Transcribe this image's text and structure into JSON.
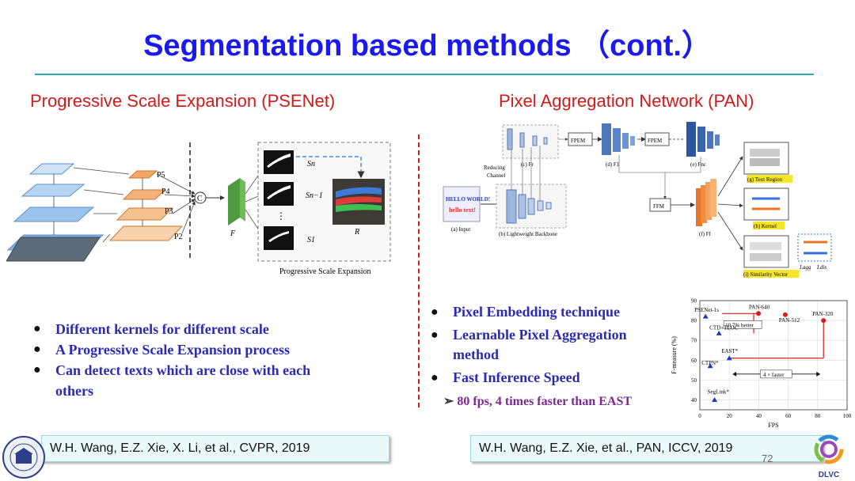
{
  "slide": {
    "title": "Segmentation based methods （cont.）",
    "page_number": "72"
  },
  "left": {
    "heading": "Progressive Scale Expansion (PSENet)",
    "figure": {
      "labels": {
        "p5": "P5",
        "p4": "P4",
        "p3": "P3",
        "p2": "P2",
        "concat": "C",
        "f": "F",
        "sn": "Sn",
        "sn1": "Sn−1",
        "s1": "S1",
        "dots": "⋮",
        "r": "R"
      },
      "caption": "Progressive Scale Expansion"
    },
    "bullets": [
      "Different kernels for different scale",
      "A Progressive Scale Expansion process",
      "Can detect texts which are close with each others"
    ],
    "reference": "W.H. Wang, E.Z. Xie, X. Li, et al., CVPR, 2019"
  },
  "right": {
    "heading": "Pixel Aggregation Network (PAN)",
    "figure": {
      "input_text_1": "HELLO WORLD!",
      "input_text_2": "hello text!",
      "input_caption": "(a) Input",
      "backbone_caption": "(b) Lightweight Backbone",
      "reducing": "Reducing",
      "channel": "Channel",
      "fr_caption": "(c) Fr",
      "fpem1": "FPEM",
      "fpem2": "FPEM",
      "f1_caption": "(d) F1",
      "fnc_caption": "(e) Fnc",
      "ffm": "FFM",
      "ff_caption": "(f) Ff",
      "text_region": "(g) Text Region",
      "kernel": "(h) Kernel",
      "similarity": "(i) Similarity Vector",
      "l_agg": "Lagg",
      "l_dis": "Ldis"
    },
    "bullets": [
      "Pixel Embedding technique",
      "Learnable Pixel Aggregation method",
      "Fast Inference Speed"
    ],
    "sub_bullet": "80 fps, 4 times faster than EAST",
    "reference": "W.H. Wang, E.Z. Xie, et al., PAN, ICCV, 2019"
  },
  "logo": {
    "text": "DLVC"
  },
  "chart_data": {
    "type": "scatter",
    "xlabel": "FPS",
    "ylabel": "F-measure (%)",
    "xlim": [
      0,
      100
    ],
    "ylim": [
      35,
      90
    ],
    "xticks": [
      0,
      20,
      40,
      60,
      80,
      100
    ],
    "yticks": [
      40,
      50,
      60,
      70,
      80,
      90
    ],
    "grid": true,
    "points": [
      {
        "label": "PSENet-1s",
        "x": 3.9,
        "y": 82,
        "marker": "triangle",
        "color": "#1a3ab8"
      },
      {
        "label": "CTD+TLOC",
        "x": 13,
        "y": 73.5,
        "marker": "triangle",
        "color": "#1a3ab8"
      },
      {
        "label": "EAST*",
        "x": 20,
        "y": 61,
        "marker": "triangle",
        "color": "#1a3ab8"
      },
      {
        "label": "CTPN*",
        "x": 7.1,
        "y": 57,
        "marker": "triangle",
        "color": "#1a3ab8"
      },
      {
        "label": "SegLink*",
        "x": 10,
        "y": 40,
        "marker": "triangle",
        "color": "#1a3ab8"
      },
      {
        "label": "PAN-640",
        "x": 39.8,
        "y": 83.5,
        "marker": "circle",
        "color": "#d81b1b"
      },
      {
        "label": "PAN-512",
        "x": 58,
        "y": 82.9,
        "marker": "circle",
        "color": "#d81b1b"
      },
      {
        "label": "PAN-320",
        "x": 84,
        "y": 80,
        "marker": "circle",
        "color": "#d81b1b"
      }
    ],
    "annotations": [
      {
        "text": "10.7% better"
      },
      {
        "text": "4 × faster"
      }
    ]
  }
}
